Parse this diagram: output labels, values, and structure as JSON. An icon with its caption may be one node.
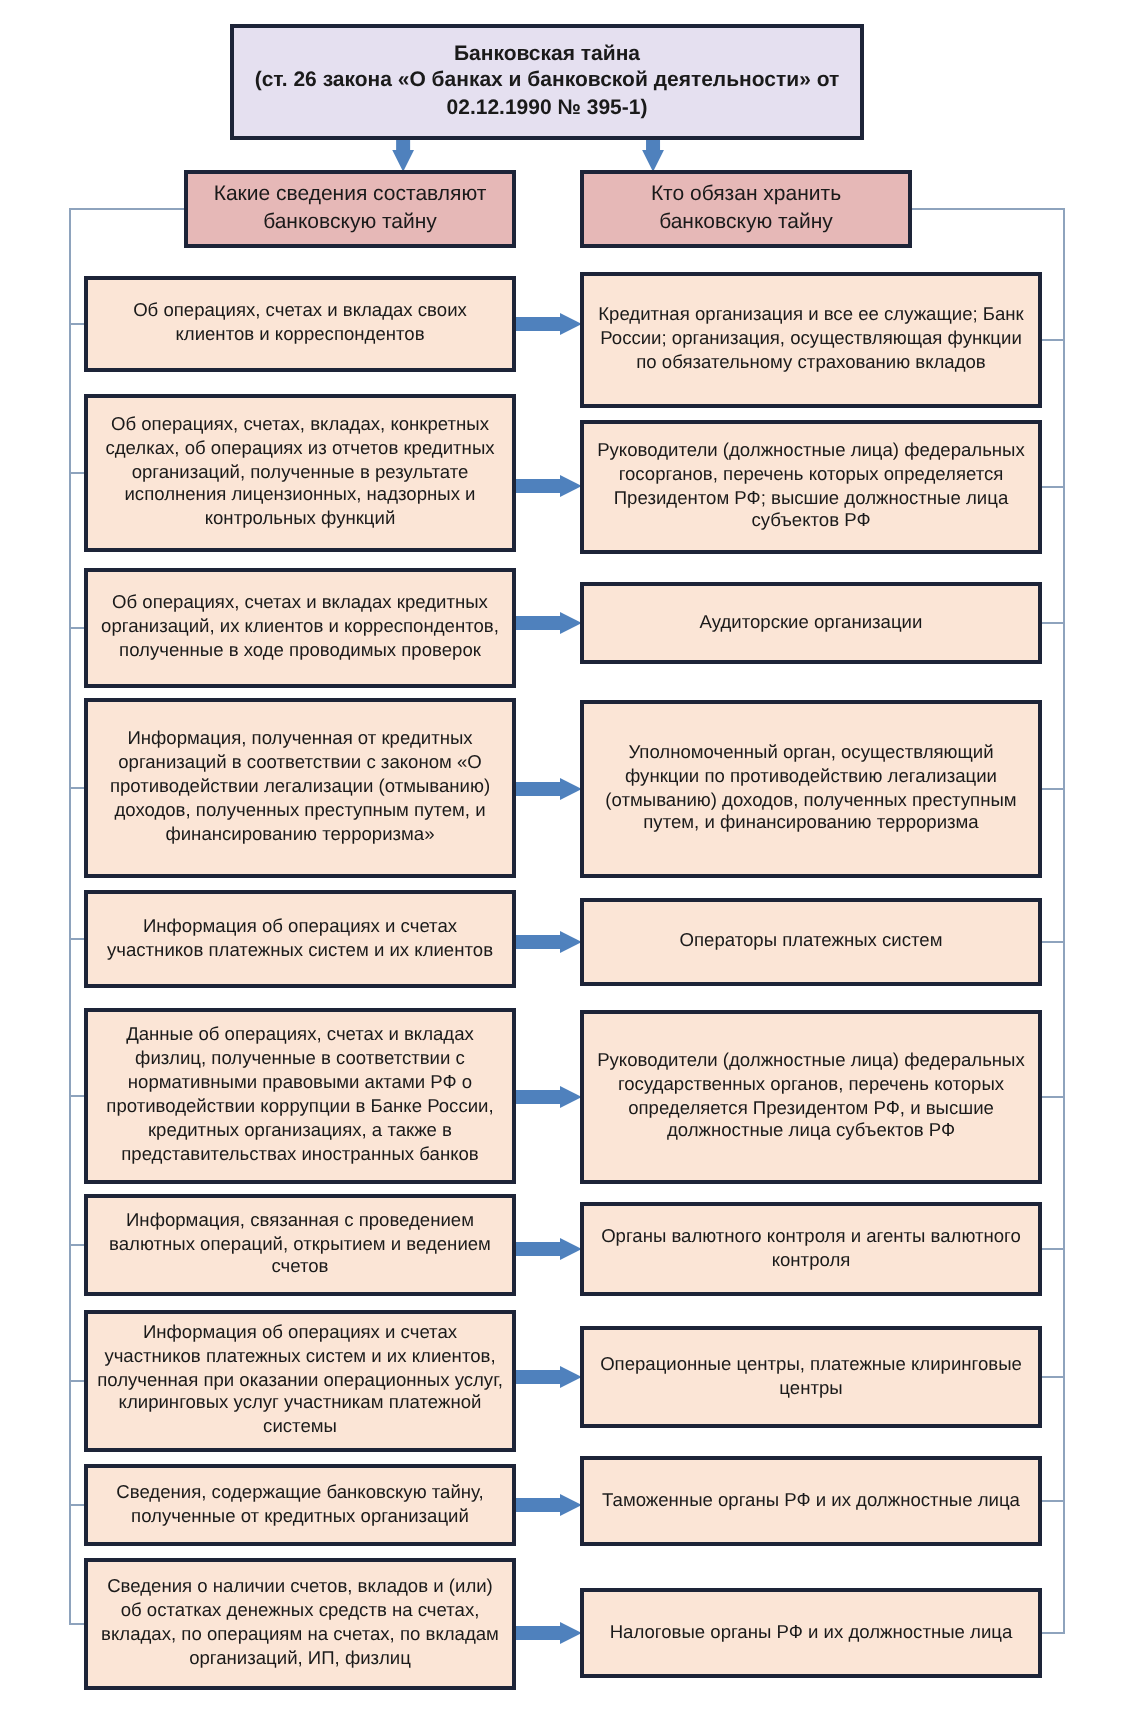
{
  "diagram": {
    "nodes": [
      {
        "text": [
          "Банковская тайна",
          "(ст. 26 закона «О банках и банковской деятельности» от 02.12.1990 № 395-1)"
        ]
      },
      {
        "text": [
          "Какие сведения составляют банковскую тайну"
        ]
      },
      {
        "text": [
          "Кто обязан хранить банковскую тайну"
        ]
      },
      {
        "text": [
          "Об операциях, счетах и вкладах своих клиентов и корреспондентов"
        ]
      },
      {
        "text": [
          "Кредитная организация и все ее служащие; Банк России; организация, осуществляющая функции по обязательному страхованию вкладов"
        ]
      },
      {
        "text": [
          "Об операциях, счетах, вкладах, конкретных сделках, об операциях из отчетов кредитных организаций, полученные в результате исполнения лицензионных, надзорных и контрольных функций"
        ]
      },
      {
        "text": [
          "Руководители (должностные лица) федеральных госорганов, перечень которых определяется Президентом РФ; высшие должностные лица субъектов РФ"
        ]
      },
      {
        "text": [
          "Об операциях, счетах и вкладах кредитных организаций, их клиентов и корреспондентов, полученные в ходе проводимых проверок"
        ]
      },
      {
        "text": [
          "Аудиторские организации"
        ]
      },
      {
        "text": [
          "Информация, полученная от кредитных организаций в соответствии с законом «О противодействии легализации (отмыванию) доходов, полученных преступным путем, и финансированию терроризма»"
        ]
      },
      {
        "text": [
          "Уполномоченный орган, осуществляющий функции по противодействию легализации (отмыванию) доходов, полученных преступным путем, и финансированию терроризма"
        ]
      },
      {
        "text": [
          "Информация об операциях и счетах участников платежных систем и их клиентов"
        ]
      },
      {
        "text": [
          "Операторы платежных систем"
        ]
      },
      {
        "text": [
          "Данные об операциях, счетах и вкладах физлиц, полученные в соответствии с нормативными правовыми актами РФ о противодействии коррупции в Банке России, кредитных организациях, а также в представительствах иностранных банков"
        ]
      },
      {
        "text": [
          "Руководители (должностные лица) федеральных государственных органов, перечень которых определяется Президентом РФ, и высшие должностные лица субъектов РФ"
        ]
      },
      {
        "text": [
          "Информация, связанная с проведением валютных операций, открытием и ведением счетов"
        ]
      },
      {
        "text": [
          "Органы валютного контроля и агенты валютного контроля"
        ]
      },
      {
        "text": [
          "Информация об операциях и счетах участников платежных систем и их клиентов, полученная при оказании операционных услуг, клиринговых услуг участникам платежной системы"
        ]
      },
      {
        "text": [
          "Операционные центры, платежные клиринговые центры"
        ]
      },
      {
        "text": [
          "Сведения, содержащие банковскую тайну, полученные от кредитных организаций"
        ]
      },
      {
        "text": [
          "Таможенные органы РФ и их должностные лица"
        ]
      },
      {
        "text": [
          "Сведения о наличии счетов, вкладов и (или) об остатках денежных средств на счетах, вкладах, по операциям на счетах, по вкладам организаций, ИП, физлиц"
        ]
      },
      {
        "text": [
          "Налоговые органы РФ и их должностные лица"
        ]
      }
    ],
    "edges": [
      {
        "from": 0,
        "to": 1,
        "arrow": "to",
        "style": "thick",
        "color": "#4f81bd"
      },
      {
        "from": 0,
        "to": 2,
        "arrow": "to",
        "style": "thick",
        "color": "#4f81bd"
      },
      {
        "from": 3,
        "to": 4,
        "arrow": "to",
        "style": "thick",
        "color": "#4f81bd"
      },
      {
        "from": 5,
        "to": 6,
        "arrow": "to",
        "style": "thick",
        "color": "#4f81bd"
      },
      {
        "from": 7,
        "to": 8,
        "arrow": "to",
        "style": "thick",
        "color": "#4f81bd"
      },
      {
        "from": 9,
        "to": 10,
        "arrow": "to",
        "style": "thick",
        "color": "#4f81bd"
      },
      {
        "from": 11,
        "to": 12,
        "arrow": "to",
        "style": "thick",
        "color": "#4f81bd"
      },
      {
        "from": 13,
        "to": 14,
        "arrow": "to",
        "style": "thick",
        "color": "#4f81bd"
      },
      {
        "from": 15,
        "to": 16,
        "arrow": "to",
        "style": "thick",
        "color": "#4f81bd"
      },
      {
        "from": 17,
        "to": 18,
        "arrow": "to",
        "style": "thick",
        "color": "#4f81bd"
      },
      {
        "from": 19,
        "to": 20,
        "arrow": "to",
        "style": "thick",
        "color": "#4f81bd"
      },
      {
        "from": 21,
        "to": 22,
        "arrow": "to",
        "style": "thick",
        "color": "#4f81bd"
      },
      {
        "from": 1,
        "to": 3,
        "arrow": "none"
      },
      {
        "from": 1,
        "to": 5,
        "arrow": "none"
      },
      {
        "from": 1,
        "to": 7,
        "arrow": "none"
      },
      {
        "from": 1,
        "to": 9,
        "arrow": "none"
      },
      {
        "from": 1,
        "to": 11,
        "arrow": "none"
      },
      {
        "from": 1,
        "to": 13,
        "arrow": "none"
      },
      {
        "from": 1,
        "to": 15,
        "arrow": "none"
      },
      {
        "from": 1,
        "to": 17,
        "arrow": "none"
      },
      {
        "from": 1,
        "to": 19,
        "arrow": "none"
      },
      {
        "from": 1,
        "to": 21,
        "arrow": "none"
      },
      {
        "from": 2,
        "to": 4,
        "arrow": "none"
      },
      {
        "from": 2,
        "to": 6,
        "arrow": "none"
      },
      {
        "from": 2,
        "to": 8,
        "arrow": "none"
      },
      {
        "from": 2,
        "to": 10,
        "arrow": "none"
      },
      {
        "from": 2,
        "to": 12,
        "arrow": "none"
      },
      {
        "from": 2,
        "to": 14,
        "arrow": "none"
      },
      {
        "from": 2,
        "to": 16,
        "arrow": "none"
      },
      {
        "from": 2,
        "to": 18,
        "arrow": "none"
      },
      {
        "from": 2,
        "to": 20,
        "arrow": "none"
      },
      {
        "from": 2,
        "to": 22,
        "arrow": "none"
      }
    ]
  }
}
